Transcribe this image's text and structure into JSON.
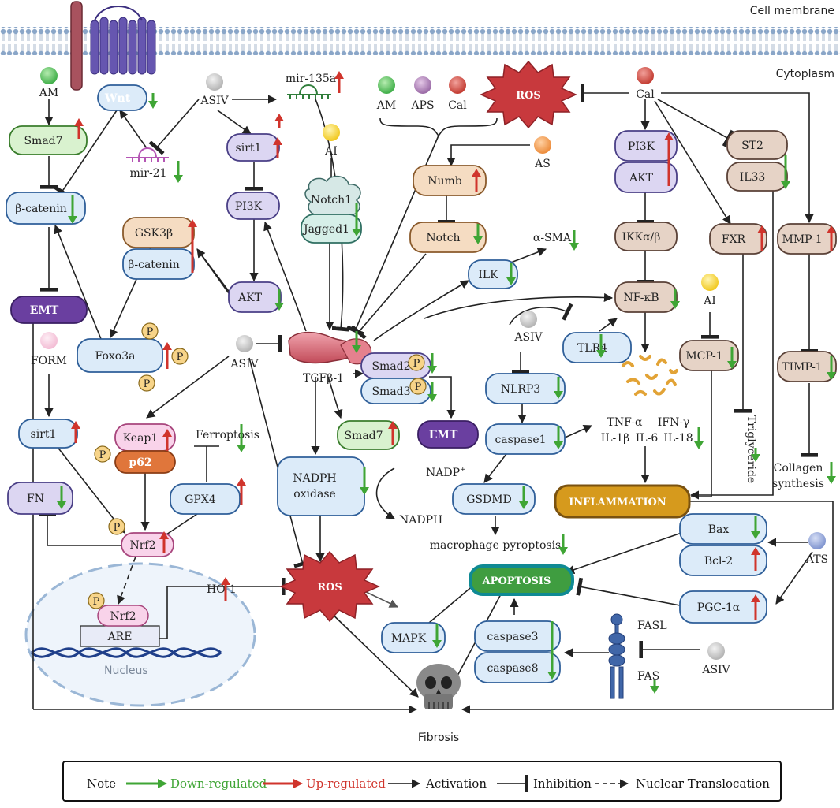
{
  "regions": {
    "membrane": "Cell membrane",
    "cytoplasm": "Cytoplasm",
    "nucleus": "Nucleus"
  },
  "labels": {
    "am_top": "AM",
    "wnt": "Wnt",
    "smad7_left": "Smad7",
    "mir21": "mir-21",
    "asiv_top": "ASIV",
    "mir135a": "mir-135a",
    "sirt1_top": "sirt1",
    "pi3k_mid": "PI3K",
    "ai_top": "AI",
    "notch1": "Notch1",
    "jagged1": "Jagged1",
    "am_mid": "AM",
    "aps": "APS",
    "cal_mid": "Cal",
    "as": "AS",
    "numb": "Numb",
    "notch": "Notch",
    "ilk": "ILK",
    "asma": "α-SMA",
    "ros_top": "ROS",
    "cal_right": "Cal",
    "pi3k_right": "PI3K",
    "akt_right": "AKT",
    "ikk": "IKKα/β",
    "st2": "ST2",
    "il33": "IL33",
    "fxr": "FXR",
    "mmp1": "MMP-1",
    "nfkb": "NF-κB",
    "ai_right": "AI",
    "mcp1": "MCP-1",
    "timp1": "TIMP-1",
    "bcatenin_left": "β-catenin",
    "gsk3b": "GSK3β",
    "bcatenin_mid": "β-catenin",
    "akt_mid": "AKT",
    "emt_left": "EMT",
    "foxo3a": "Foxo3a",
    "p": "P",
    "form": "FORM",
    "asiv_mid": "ASIV",
    "tgfb1": "TGFβ-1",
    "smad2": "Smad2",
    "smad3": "Smad3",
    "emt_mid": "EMT",
    "asiv_right": "ASIV",
    "tlr4": "TLR4",
    "nlrp3": "NLRP3",
    "caspase1": "caspase1",
    "gsdmd": "GSDMD",
    "tnfa": "TNF-α",
    "il1b": "IL-1β",
    "il6": "IL-6",
    "ifng": "IFN-γ",
    "il18": "IL-18",
    "triglyceride": "Triglyceride",
    "collagen1": "Collagen",
    "collagen2": "synthesis",
    "sirt1_left": "sirt1",
    "keap1": "Keap1",
    "p62": "p62",
    "ferroptosis": "Ferroptosis",
    "smad7_mid": "Smad7",
    "gpx4": "GPX4",
    "fn": "FN",
    "nrf2": "Nrf2",
    "nadph_ox1": "NADPH",
    "nadph_ox2": "oxidase",
    "nadp": "NADP",
    "nadp_sup": "+",
    "nadph": "NADPH",
    "inflammation": "INFLAMMATION",
    "macrophage": "macrophage  pyroptosis",
    "bax": "Bax",
    "bcl2": "Bcl-2",
    "ats": "ATS",
    "apoptosis": "APOPTOSIS",
    "pgc1a": "PGC-1α",
    "nrf2_nuc": "Nrf2",
    "are": "ARE",
    "ho1": "HO-1",
    "ros_mid": "ROS",
    "mapk": "MAPK",
    "caspase3": "caspase3",
    "caspase8": "caspase8",
    "fasl": "FASL",
    "fas": "FAS",
    "asiv_bottom": "ASIV",
    "fibrosis": "Fibrosis"
  },
  "legend": {
    "note": "Note",
    "down": "Down-regulated",
    "up": "Up-regulated",
    "activation": "Activation",
    "inhibition": "Inhibition",
    "translocation": "Nuclear Translocation"
  },
  "colors": {
    "down": "#3fa535",
    "up": "#d0342c",
    "blue_fill": "#dcebf9",
    "blue_stroke": "#2f5f99",
    "lavender_fill": "#dcd6f2",
    "lavender_stroke": "#4a3f86",
    "tan_fill": "#f5e0c6",
    "tan_stroke": "#9b5e2a",
    "brown_fill": "#e6d3c6",
    "brown_stroke": "#5a4137",
    "green_fill": "#d9f2cf",
    "green_stroke": "#3a7d2c",
    "pink_fill": "#f9d3ea",
    "pink_stroke": "#a8467d",
    "emt": "#6a3fa0",
    "ros": "#c8393d",
    "inflammation": "#d69a1d",
    "apoptosis": "#3f9d40"
  }
}
